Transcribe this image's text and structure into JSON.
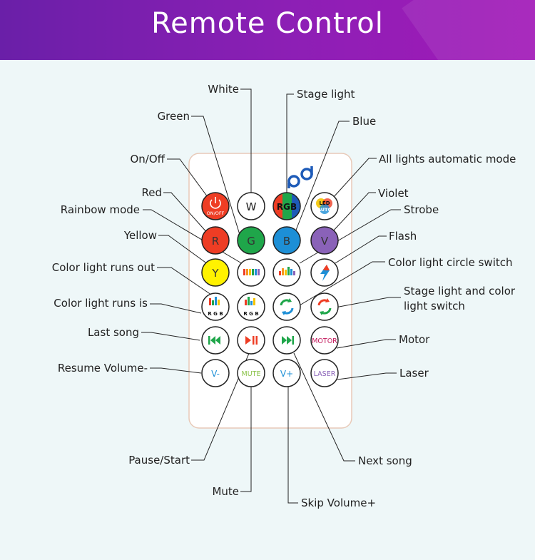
{
  "header": {
    "title": "Remote Control"
  },
  "remote": {
    "buttons": [
      {
        "id": "onoff",
        "sub": "ON/OFF",
        "bg": "#ee3d24"
      },
      {
        "id": "white",
        "text": "W",
        "bg": "#ffffff"
      },
      {
        "id": "rgb",
        "text": "RGB",
        "bg": "#2e7d32"
      },
      {
        "id": "auto",
        "text": "LED",
        "sub": "AUTO",
        "bg": "#ffffff"
      },
      {
        "id": "red",
        "text": "R",
        "bg": "#ee3d24"
      },
      {
        "id": "green",
        "text": "G",
        "bg": "#1fa64a"
      },
      {
        "id": "blue",
        "text": "B",
        "bg": "#1d8fd6"
      },
      {
        "id": "violet",
        "text": "V",
        "bg": "#8a62b8"
      },
      {
        "id": "yellow",
        "text": "Y",
        "bg": "#fff200"
      },
      {
        "id": "rainbow",
        "bg": "#ffffff"
      },
      {
        "id": "strobe",
        "bg": "#ffffff"
      },
      {
        "id": "flash",
        "bg": "#ffffff"
      },
      {
        "id": "runout",
        "text": "R G B",
        "bg": "#ffffff"
      },
      {
        "id": "runin",
        "text": "R G B",
        "bg": "#ffffff"
      },
      {
        "id": "circle",
        "bg": "#ffffff"
      },
      {
        "id": "stageswitch",
        "bg": "#ffffff"
      },
      {
        "id": "prev",
        "bg": "#ffffff"
      },
      {
        "id": "playpause",
        "bg": "#ffffff"
      },
      {
        "id": "next",
        "bg": "#ffffff"
      },
      {
        "id": "motor",
        "text": "MOTOR",
        "bg": "#ffffff"
      },
      {
        "id": "voldown",
        "text": "V-",
        "bg": "#ffffff"
      },
      {
        "id": "mute",
        "text": "MUTE",
        "bg": "#ffffff"
      },
      {
        "id": "volup",
        "text": "V+",
        "bg": "#ffffff"
      },
      {
        "id": "laser",
        "text": "LASER",
        "bg": "#ffffff"
      }
    ]
  },
  "labels": {
    "white": "White",
    "stage_light": "Stage light",
    "green": "Green",
    "blue": "Blue",
    "on_off": "On/Off",
    "auto_mode": "All lights automatic mode",
    "red": "Red",
    "violet": "Violet",
    "rainbow": "Rainbow mode",
    "strobe": "Strobe",
    "yellow": "Yellow",
    "flash": "Flash",
    "runs_out": "Color light runs out",
    "circle_switch": "Color light circle switch",
    "runs_is": "Color light runs is",
    "stage_switch_1": "Stage light and color",
    "stage_switch_2": "light switch",
    "last_song": "Last song",
    "motor": "Motor",
    "resume_volume": "Resume Volume-",
    "laser": "Laser",
    "pause_start": "Pause/Start",
    "next_song": "Next song",
    "mute": "Mute",
    "skip_volume": "Skip Volume+"
  }
}
